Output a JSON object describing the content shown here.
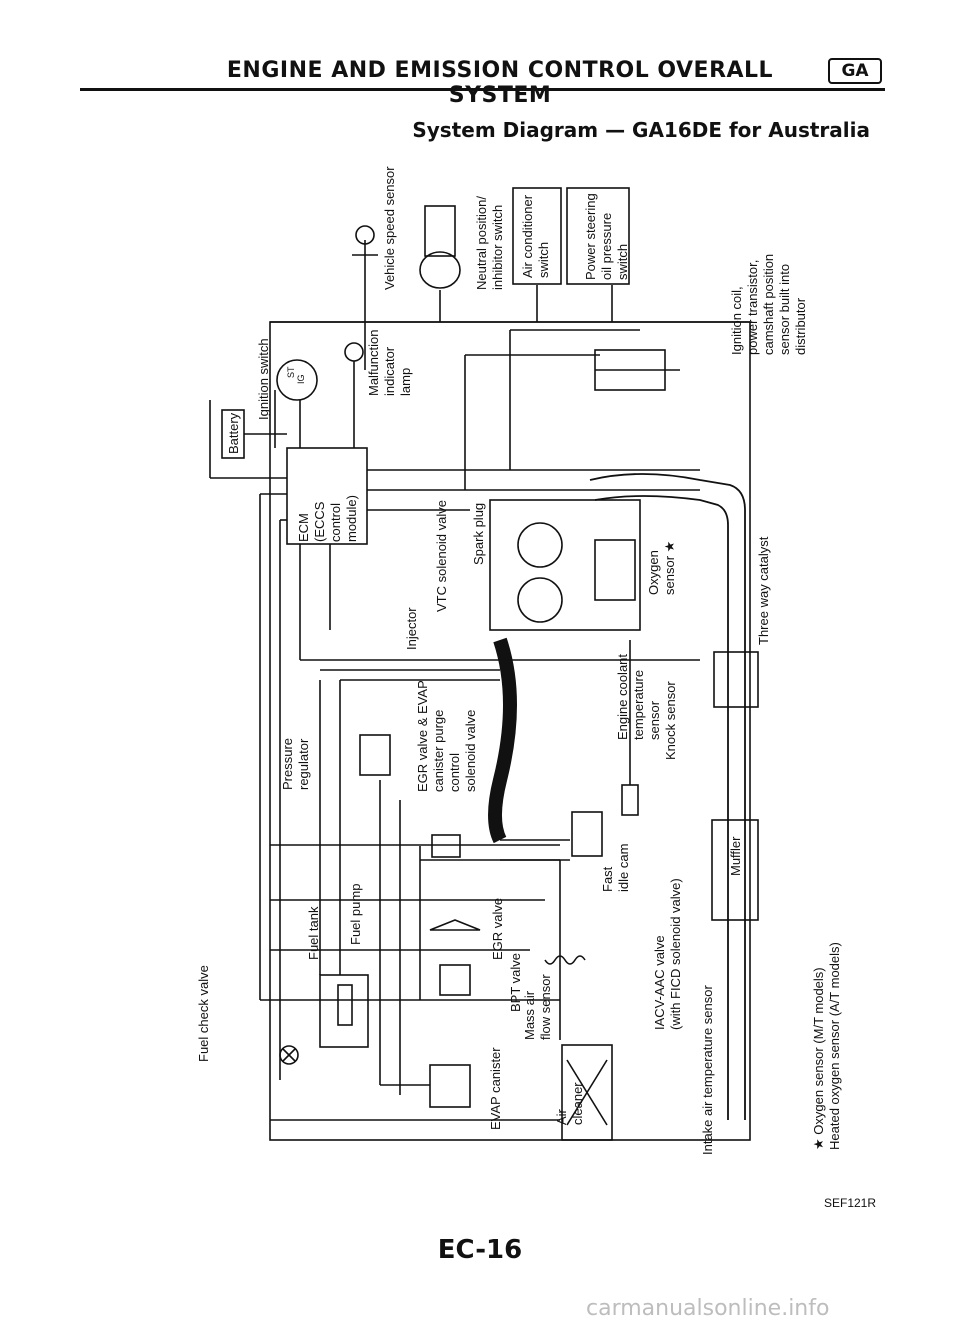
{
  "header": {
    "title": "ENGINE AND EMISSION CONTROL OVERALL SYSTEM",
    "badge": "GA"
  },
  "diagram": {
    "title": "System Diagram — GA16DE for Australia",
    "labels": {
      "vehicle_speed_sensor": "Vehicle speed sensor",
      "neutral_position": [
        "Neutral position/",
        "inhibitor switch"
      ],
      "air_conditioner": [
        "Air conditioner",
        "switch"
      ],
      "power_steering": [
        "Power steering",
        "oil pressure",
        "switch"
      ],
      "ignition_coil": [
        "Ignition coil,",
        "power transistor,",
        "camshaft position",
        "sensor built into",
        "distributor"
      ],
      "ignition_switch": "Ignition switch",
      "switch_st": "ST",
      "switch_ig": "IG",
      "battery": "Battery",
      "malfunction_lamp": [
        "Malfunction",
        "indicator",
        "lamp"
      ],
      "ecm": [
        "ECM",
        "(ECCS",
        "control",
        "module)"
      ],
      "spark_plug": "Spark plug",
      "vtc_valve": "VTC solenoid valve",
      "oxygen_sensor": [
        "Oxygen",
        "sensor ★"
      ],
      "injector": "Injector",
      "three_way_catalyst": "Three way catalyst",
      "coolant_sensor": [
        "Engine coolant",
        "temperature",
        "sensor"
      ],
      "knock_sensor": "Knock sensor",
      "pressure_regulator": [
        "Pressure",
        "regulator"
      ],
      "egr_evap": [
        "EGR valve & EVAP",
        "canister purge",
        "control",
        "solenoid valve"
      ],
      "fast_idle_cam": [
        "Fast",
        "idle cam"
      ],
      "muffler": "Muffler",
      "fuel_tank": "Fuel tank",
      "fuel_pump": "Fuel pump",
      "egr_valve": "EGR valve",
      "bpt_valve": "BPT valve",
      "mass_air_flow": [
        "Mass air",
        "flow sensor"
      ],
      "iacv": [
        "IACV-AAC valve",
        "(with FICD solenoid valve)"
      ],
      "fuel_check_valve": "Fuel check valve",
      "evap_canister": "EVAP canister",
      "air_cleaner": [
        "Air",
        "cleaner"
      ],
      "intake_air_temp": "Intake air temperature sensor",
      "footnote": [
        "★ Oxygen sensor (M/T models)",
        "Heated oxygen sensor (A/T models)"
      ]
    }
  },
  "footer": {
    "ref_code": "SEF121R",
    "page_number": "EC-16",
    "watermark": "carmanualsonline.info"
  }
}
